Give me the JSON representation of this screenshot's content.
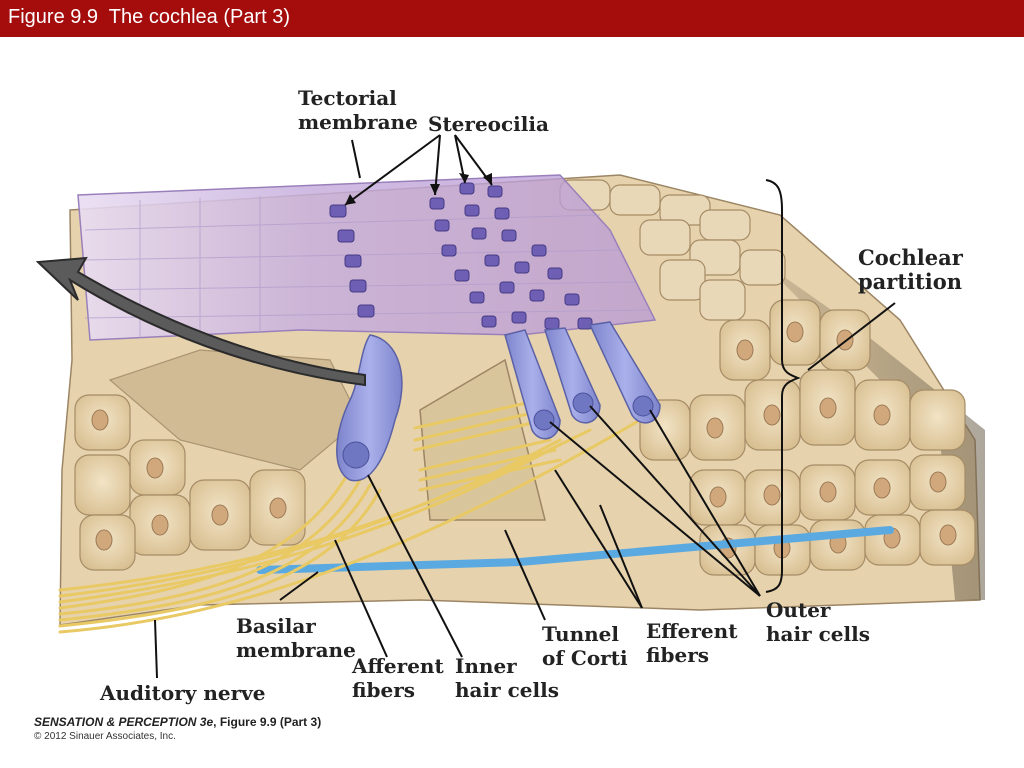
{
  "header": {
    "title": "Figure 9.9  The cochlea (Part 3)"
  },
  "labels": {
    "tectorial_1": "Tectorial",
    "tectorial_2": "membrane",
    "stereocilia": "Stereocilia",
    "cochlear_1": "Cochlear",
    "cochlear_2": "partition",
    "basilar_1": "Basilar",
    "basilar_2": "membrane",
    "auditory": "Auditory nerve",
    "afferent_1": "Afferent",
    "afferent_2": "fibers",
    "inner_1": "Inner",
    "inner_2": "hair cells",
    "tunnel_1": "Tunnel",
    "tunnel_2": "of Corti",
    "efferent_1": "Efferent",
    "efferent_2": "fibers",
    "outer_1": "Outer",
    "outer_2": "hair cells"
  },
  "credit": {
    "book": "SENSATION & PERCEPTION 3e",
    "figure": ", Figure 9.9 (Part 3)",
    "copyright": "© 2012 Sinauer Associates, Inc."
  },
  "colors": {
    "header_bg": "#a50c0c",
    "tissue": "#e3cfa9",
    "tectorial": "#c8b0dd",
    "hair_cell": "#8c92d4",
    "basilar_line": "#5aa9e0",
    "nerve_fiber": "#e8c964"
  }
}
